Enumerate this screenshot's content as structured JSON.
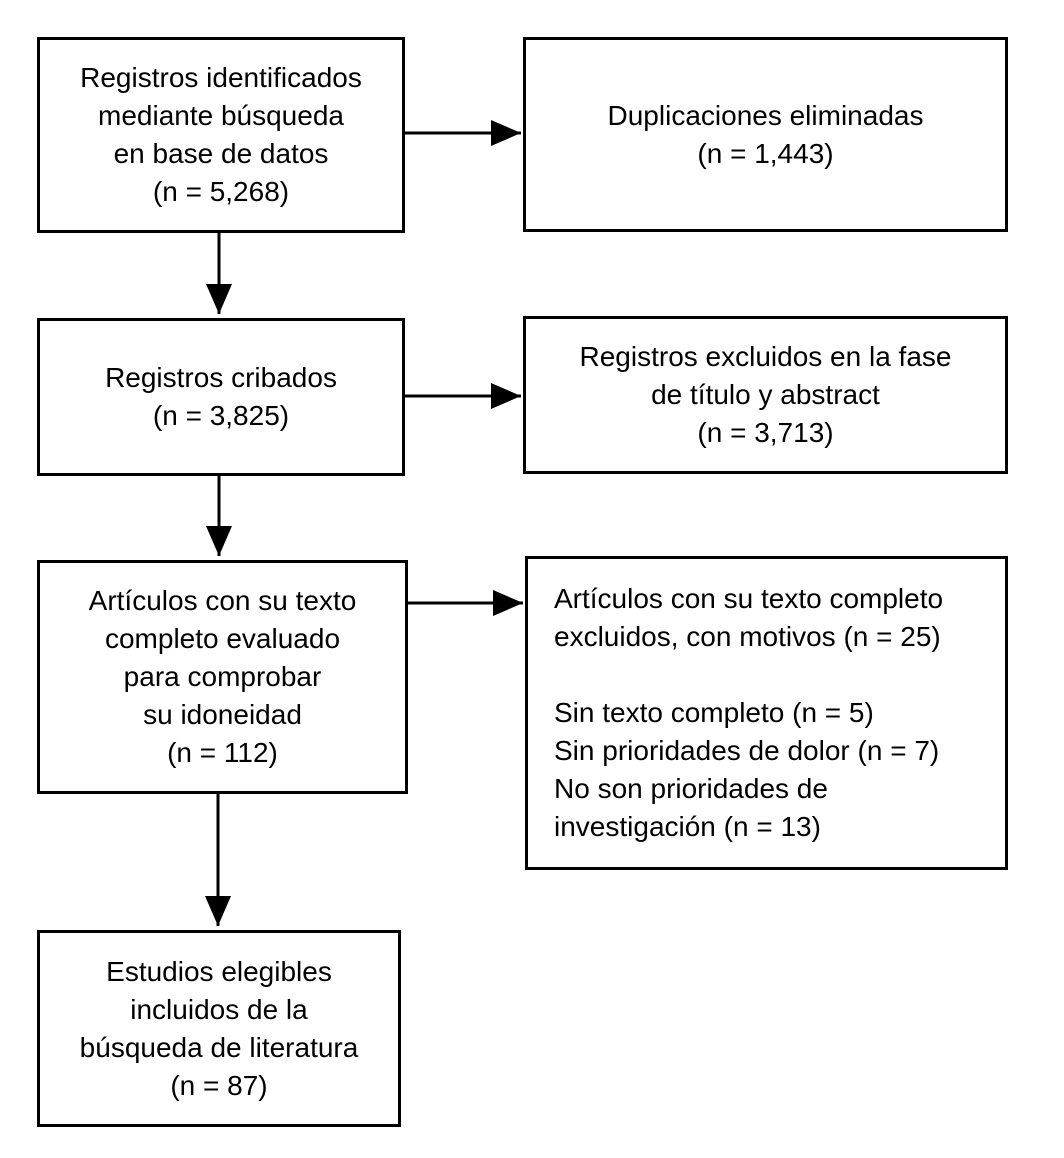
{
  "colors": {
    "background": "#ffffff",
    "box_border": "#000000",
    "text": "#000000",
    "arrow": "#000000"
  },
  "boxes": {
    "identified": {
      "lines": [
        "Registros identificados",
        "mediante búsqueda",
        "en base de datos",
        "(n = 5,268)"
      ]
    },
    "duplicates_removed": {
      "lines": [
        "Duplicaciones eliminadas",
        "(n = 1,443)"
      ]
    },
    "screened": {
      "lines": [
        "Registros cribados",
        "(n = 3,825)"
      ]
    },
    "excluded_title_abstract": {
      "lines": [
        "Registros excluidos en la fase",
        "de título y abstract",
        "(n = 3,713)"
      ]
    },
    "full_text_assessed": {
      "lines": [
        "Artículos con su texto",
        "completo evaluado",
        "para comprobar",
        "su idoneidad",
        "(n = 112)"
      ]
    },
    "full_text_excluded": {
      "lines": [
        "Artículos con su texto completo",
        "excluidos, con motivos (n = 25)",
        "",
        "Sin texto completo (n = 5)",
        "Sin prioridades de dolor (n = 7)",
        "No son prioridades de",
        "investigación (n = 13)"
      ]
    },
    "included": {
      "lines": [
        "Estudios elegibles",
        "incluidos de la",
        "búsqueda de literatura",
        "(n = 87)"
      ]
    }
  }
}
